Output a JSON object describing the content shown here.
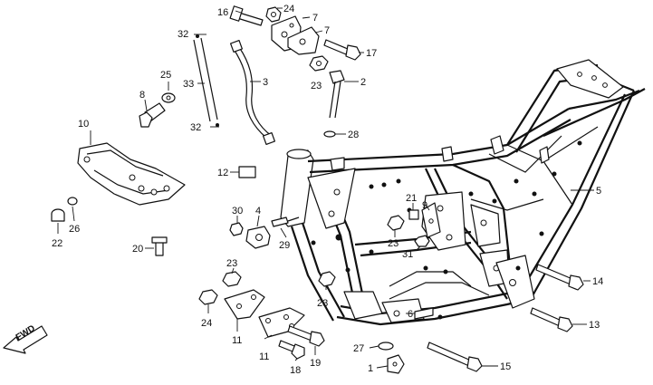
{
  "diagram": {
    "fwd_label": "FWD",
    "callouts": {
      "c1": "1",
      "c2": "2",
      "c3": "3",
      "c4": "4",
      "c5": "5",
      "c6": "6",
      "c7a": "7",
      "c7b": "7",
      "c8": "8",
      "c9": "9",
      "c10": "10",
      "c11a": "11",
      "c11b": "11",
      "c12": "12",
      "c13": "13",
      "c14": "14",
      "c15": "15",
      "c16": "16",
      "c17": "17",
      "c18": "18",
      "c19": "19",
      "c20": "20",
      "c21": "21",
      "c22": "22",
      "c23a": "23",
      "c23b": "23",
      "c23c": "23",
      "c23d": "23",
      "c24a": "24",
      "c24b": "24",
      "c25": "25",
      "c26": "26",
      "c27": "27",
      "c28": "28",
      "c29": "29",
      "c30": "30",
      "c31": "31",
      "c32a": "32",
      "c32b": "32",
      "c33": "33"
    }
  }
}
